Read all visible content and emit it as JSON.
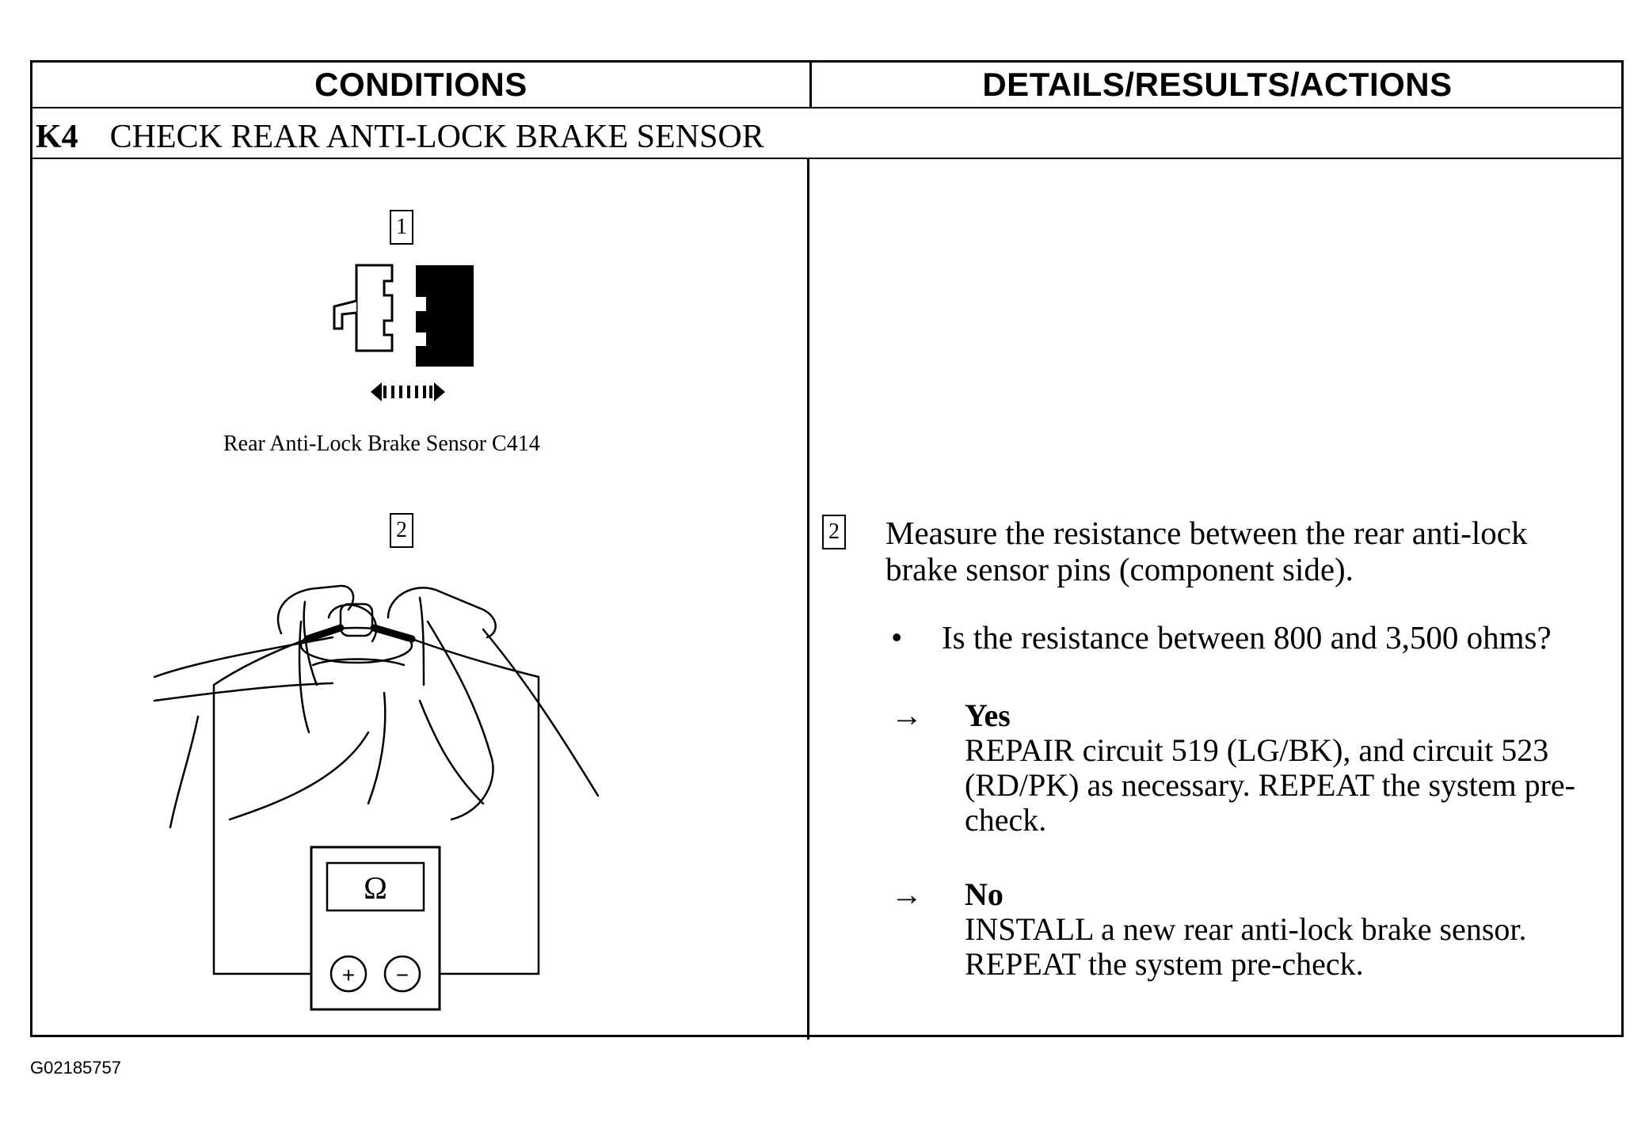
{
  "table": {
    "col_conditions": "CONDITIONS",
    "col_details": "DETAILS/RESULTS/ACTIONS"
  },
  "section": {
    "code": "K4",
    "title": "CHECK REAR ANTI-LOCK BRAKE SENSOR"
  },
  "left": {
    "step1_num": "1",
    "connector_caption": "Rear Anti-Lock Brake Sensor C414",
    "step2_num": "2",
    "meter_symbol": "Ω",
    "plus_symbol": "+",
    "minus_symbol": "−",
    "icons": [
      "connector-disconnect-icon",
      "ohmmeter-icon",
      "brake-sensor-illustration"
    ]
  },
  "right": {
    "step_num": "2",
    "instruction": "Measure the resistance between the rear anti-lock brake sensor pins (component side).",
    "bullet_symbol": "•",
    "question": "Is the resistance between 800 and 3,500 ohms?",
    "arrow_symbol": "→",
    "results": [
      {
        "label": "Yes",
        "action": "REPAIR circuit 519 (LG/BK), and circuit 523 (RD/PK) as necessary. REPEAT the system pre-check."
      },
      {
        "label": "No",
        "action": "INSTALL a new rear anti-lock brake sensor. REPEAT the system pre-check."
      }
    ]
  },
  "footer": {
    "doc_id": "G02185757"
  }
}
